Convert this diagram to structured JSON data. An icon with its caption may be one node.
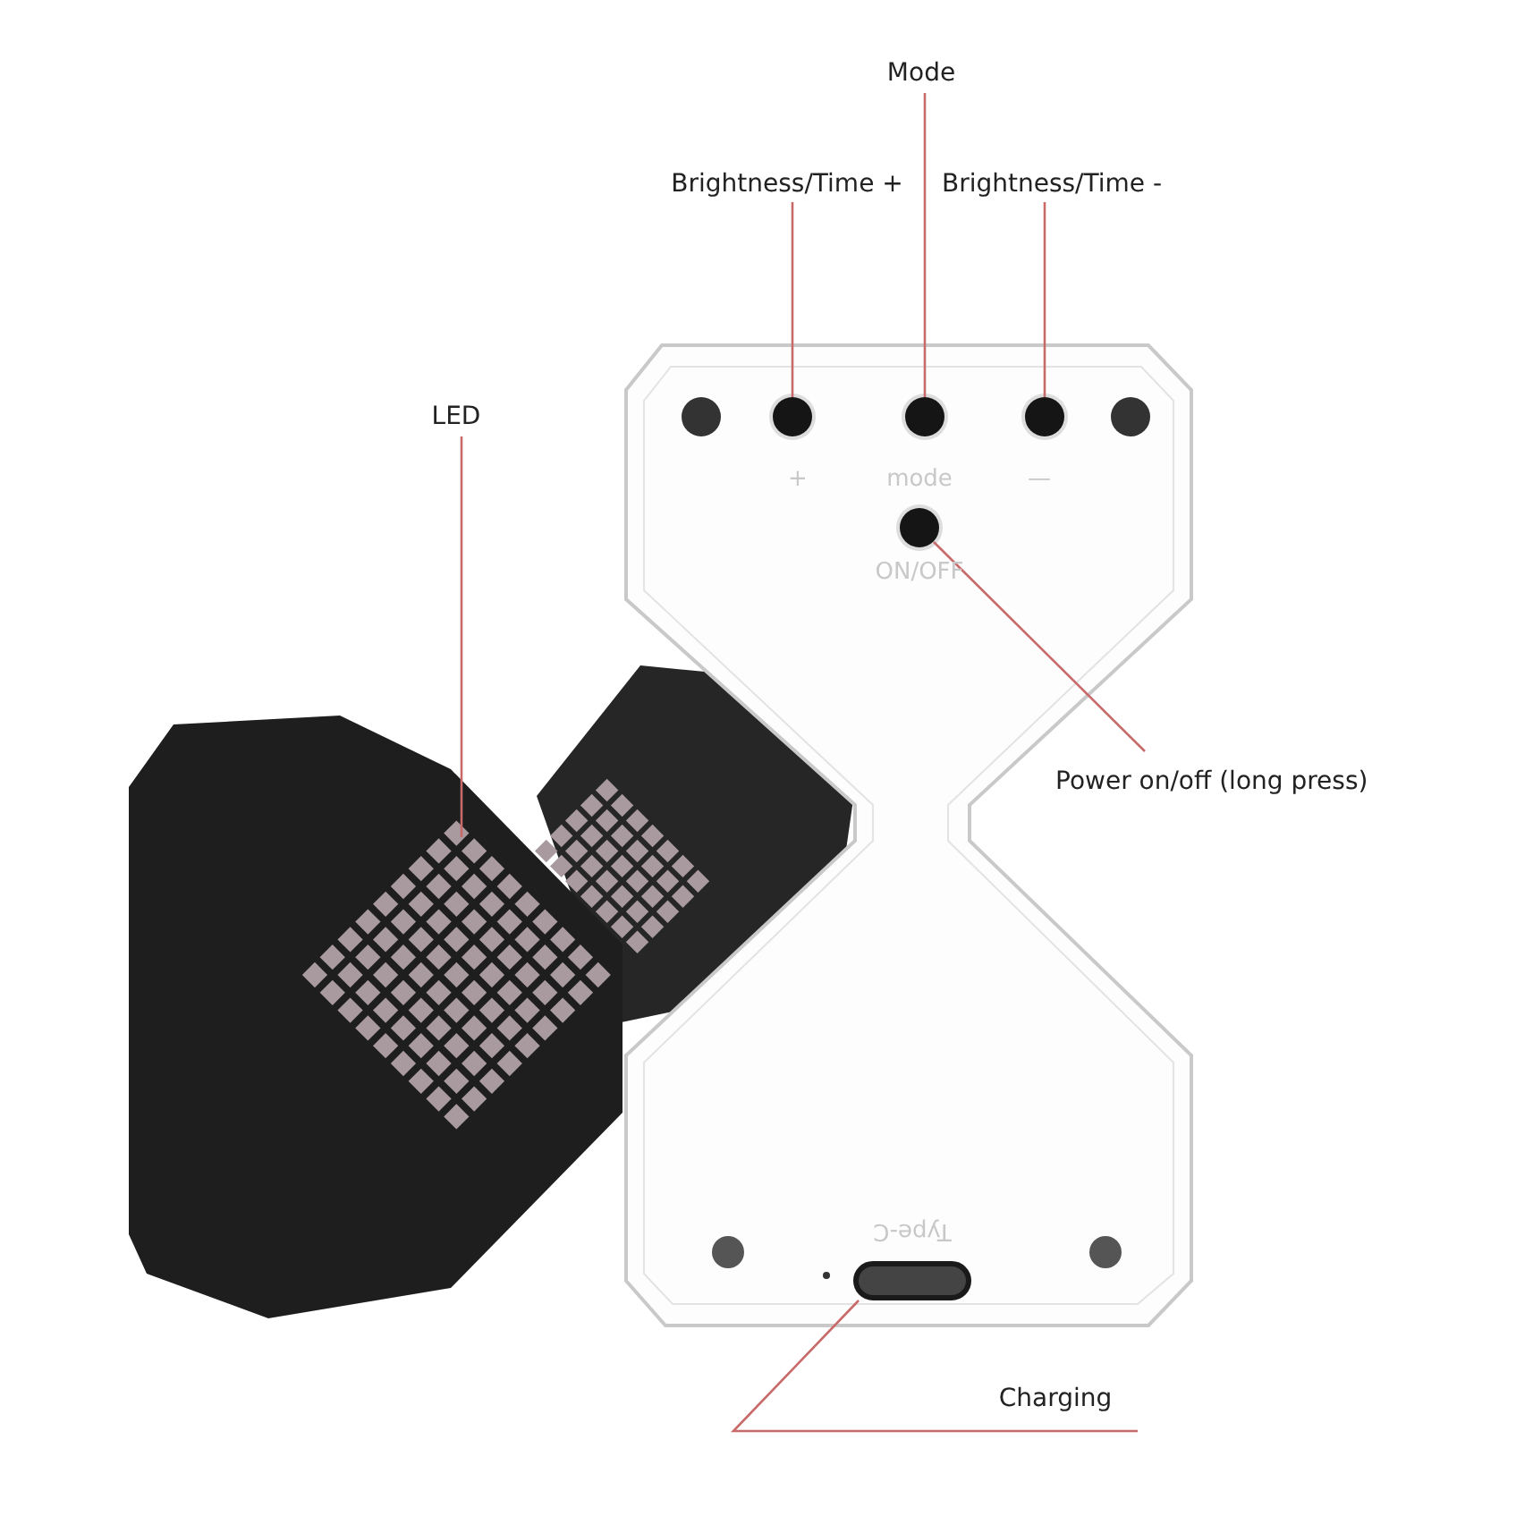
{
  "diagram": {
    "nodes": [
      {
        "text": [
          "Mode"
        ]
      },
      {
        "text": [
          "Brightness/Time +"
        ]
      },
      {
        "text": [
          "Brightness/Time -"
        ]
      },
      {
        "text": [
          "LED"
        ]
      },
      {
        "text": [
          "Power on/off (long press)"
        ]
      },
      {
        "text": [
          "Charging"
        ]
      },
      {
        "text": [],
        "shape": "circle"
      },
      {
        "text": [],
        "shape": "circle"
      },
      {
        "text": [],
        "shape": "circle"
      },
      {
        "text": [],
        "shape": "picture"
      },
      {
        "text": [],
        "shape": "circle"
      },
      {
        "text": [],
        "shape": "box",
        "beside": [
          "Type-C"
        ]
      }
    ],
    "edges": [
      {
        "from": 0,
        "to": 7,
        "arrow": "none"
      },
      {
        "from": 1,
        "to": 6,
        "arrow": "none"
      },
      {
        "from": 2,
        "to": 8,
        "arrow": "none"
      },
      {
        "from": 3,
        "to": 9,
        "arrow": "none"
      },
      {
        "from": 4,
        "to": 10,
        "arrow": "none"
      },
      {
        "from": 5,
        "to": 11,
        "arrow": "none"
      }
    ],
    "labels": [
      "+",
      "mode",
      "—",
      "ON/OFF"
    ]
  }
}
